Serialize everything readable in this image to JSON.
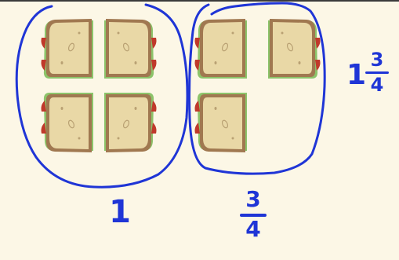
{
  "colors": {
    "background": "#fcf7e6",
    "ink": "#1f35d6",
    "bread": "#e9d8a6",
    "crust": "#a07850",
    "lettuce": "#8cc46a",
    "tomato": "#c0392b"
  },
  "sandwich_icon": "sandwich-quarter-icon",
  "groups": [
    {
      "name": "whole",
      "quarters_shown": 4,
      "label": "1"
    },
    {
      "name": "partial",
      "quarters_shown": 3,
      "label_numerator": "3",
      "label_denominator": "4"
    }
  ],
  "total": {
    "whole": "1",
    "numerator": "3",
    "denominator": "4"
  }
}
